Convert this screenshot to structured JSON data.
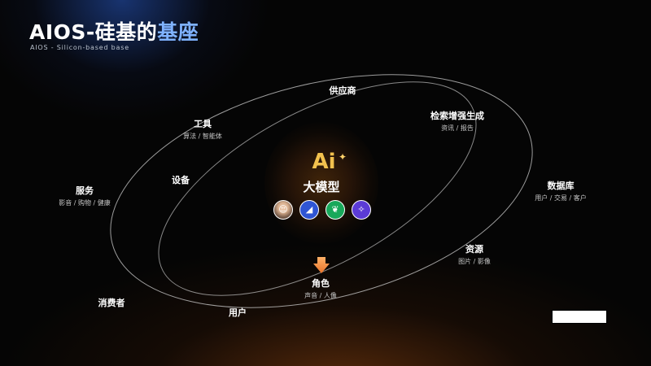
{
  "title": {
    "main": "AIOS-硅基的",
    "accent": "基座",
    "sub": "AIOS - Silicon-based base"
  },
  "center": {
    "logo": "Ai",
    "label": "大模型",
    "apps": [
      "avatar-app-icon",
      "whale-app-icon",
      "leaf-app-icon",
      "star-app-icon"
    ]
  },
  "nodes": {
    "supplier": {
      "name": "供应商"
    },
    "rag": {
      "name": "检索增强生成",
      "sub": "资讯 / 报告"
    },
    "tools": {
      "name": "工具",
      "sub": "算法 / 智能体"
    },
    "devices": {
      "name": "设备"
    },
    "services": {
      "name": "服务",
      "sub": "影音 / 购物 / 健康"
    },
    "database": {
      "name": "数据库",
      "sub": "用户 / 交易 / 客户"
    },
    "resources": {
      "name": "资源",
      "sub": "图片 / 影像"
    },
    "role": {
      "name": "角色",
      "sub": "声音 / 人像"
    },
    "consumer": {
      "name": "消费者"
    },
    "user": {
      "name": "用户"
    }
  },
  "watermark": "",
  "colors": {
    "accent_title": "#7fb2ff",
    "logo": "#f2c14e",
    "arrow": "#e8732a",
    "orbit": "#cfcfcf"
  }
}
